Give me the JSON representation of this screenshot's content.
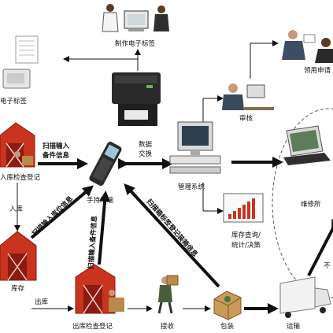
{
  "nodes": {
    "make_tag": "制作电子标签",
    "tag": "电子标签",
    "approve": "审核",
    "apply": "领用申请",
    "inbound_check": "入库检查登记",
    "storage": "库存",
    "outbound_check": "出库检查登记",
    "handheld": "手持终端",
    "mgmt": "管理系统",
    "receive": "接收",
    "package": "包装",
    "transport": "运输",
    "repair": "维修所",
    "query_line1": "库存查询/",
    "query_line2": "统计/决策"
  },
  "edges": {
    "scan_parts_line1": "扫描输入",
    "scan_parts_line2": "备件信息",
    "data_line1": "数据",
    "data_line2": "交换",
    "inbound": "入库",
    "outbound": "出库",
    "scan_in": "扫描输入库位信息",
    "scan_out": "扫描输入备件信息",
    "scan_box": "扫描箱标签登记装箱信息",
    "edge_cut": "不"
  },
  "colors": {
    "barn_red": "#c8341f",
    "barn_dark": "#8b1a10",
    "device_gray": "#2a2a2a",
    "arrow_black": "#111111"
  }
}
